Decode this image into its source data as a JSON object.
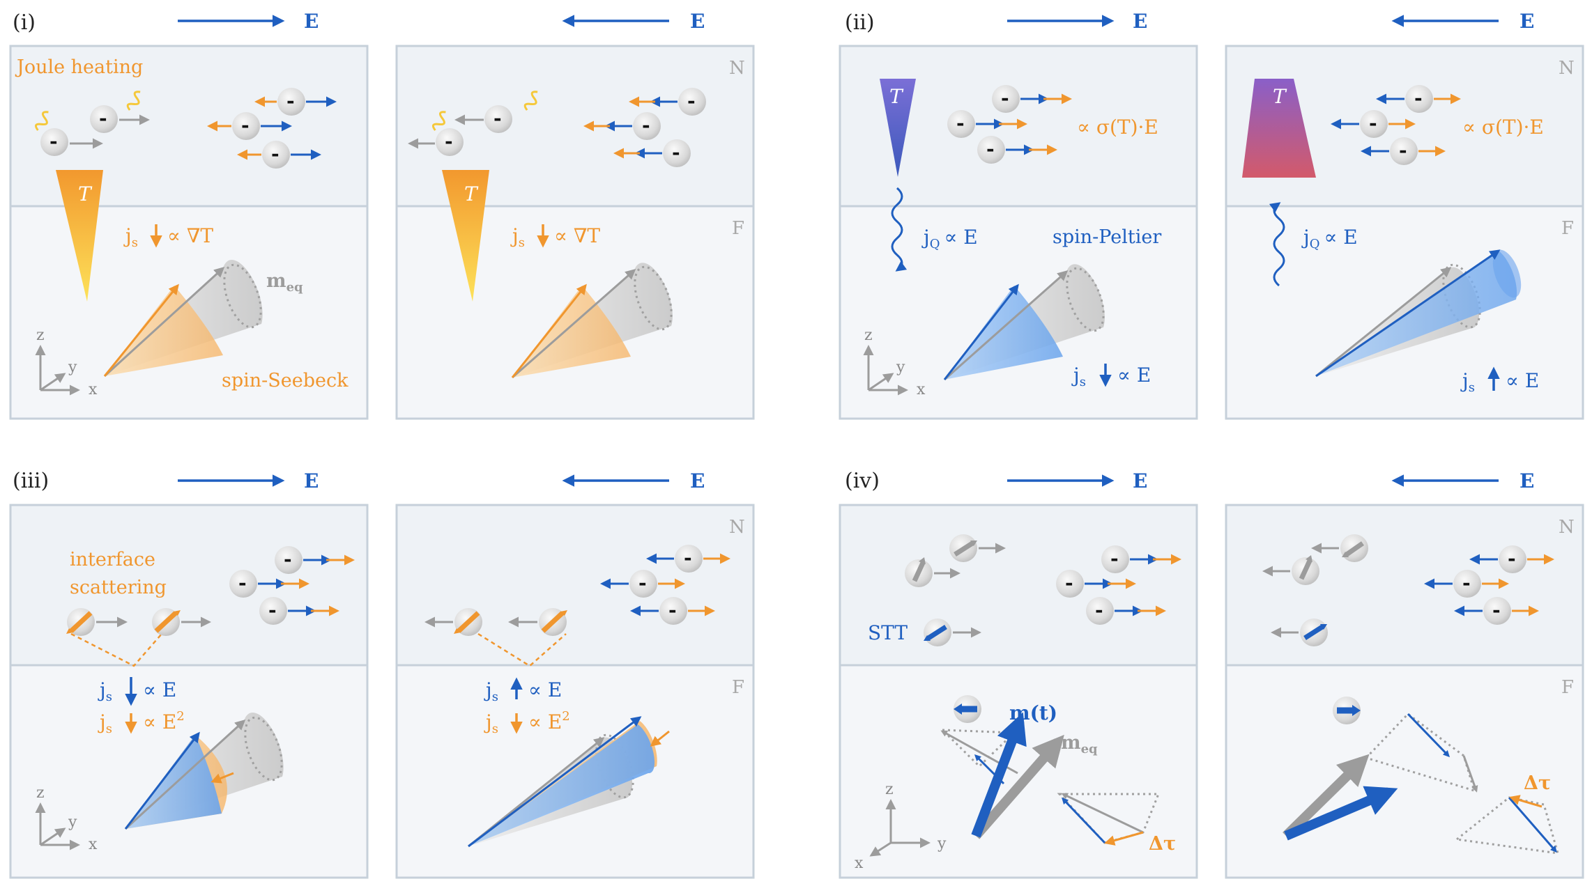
{
  "colors": {
    "blue": "#1f5fc0",
    "orange": "#f0962e",
    "gray": "#9c9c9c",
    "panel_n": "#eef2f6",
    "panel_f": "#f4f6f9",
    "border": "#c6d0da",
    "electron": "#dcdcdc"
  },
  "labels": {
    "i": "(i)",
    "ii": "(ii)",
    "iii": "(iii)",
    "iv": "(iv)",
    "E": "E",
    "N": "N",
    "F": "F",
    "x": "x",
    "y": "y",
    "z": "z",
    "T": "T",
    "minus": "-",
    "joule": "Joule heating",
    "js_grad": "∝ ∇T",
    "m_eq": "eq",
    "spin_seebeck": "spin-Seebeck",
    "sigma_E": "∝ σ(T)·E",
    "jq_E": "∝ E",
    "spin_peltier": "spin-Peltier",
    "js_E": "∝ E",
    "js_E2": "∝ E",
    "sq": "2",
    "j": "j",
    "s": "s",
    "Q": "Q",
    "interface1": "interface",
    "interface2": "scattering",
    "stt": "STT",
    "m_t": "m(t)",
    "m_bold": "m",
    "dtau": "Δτ"
  }
}
